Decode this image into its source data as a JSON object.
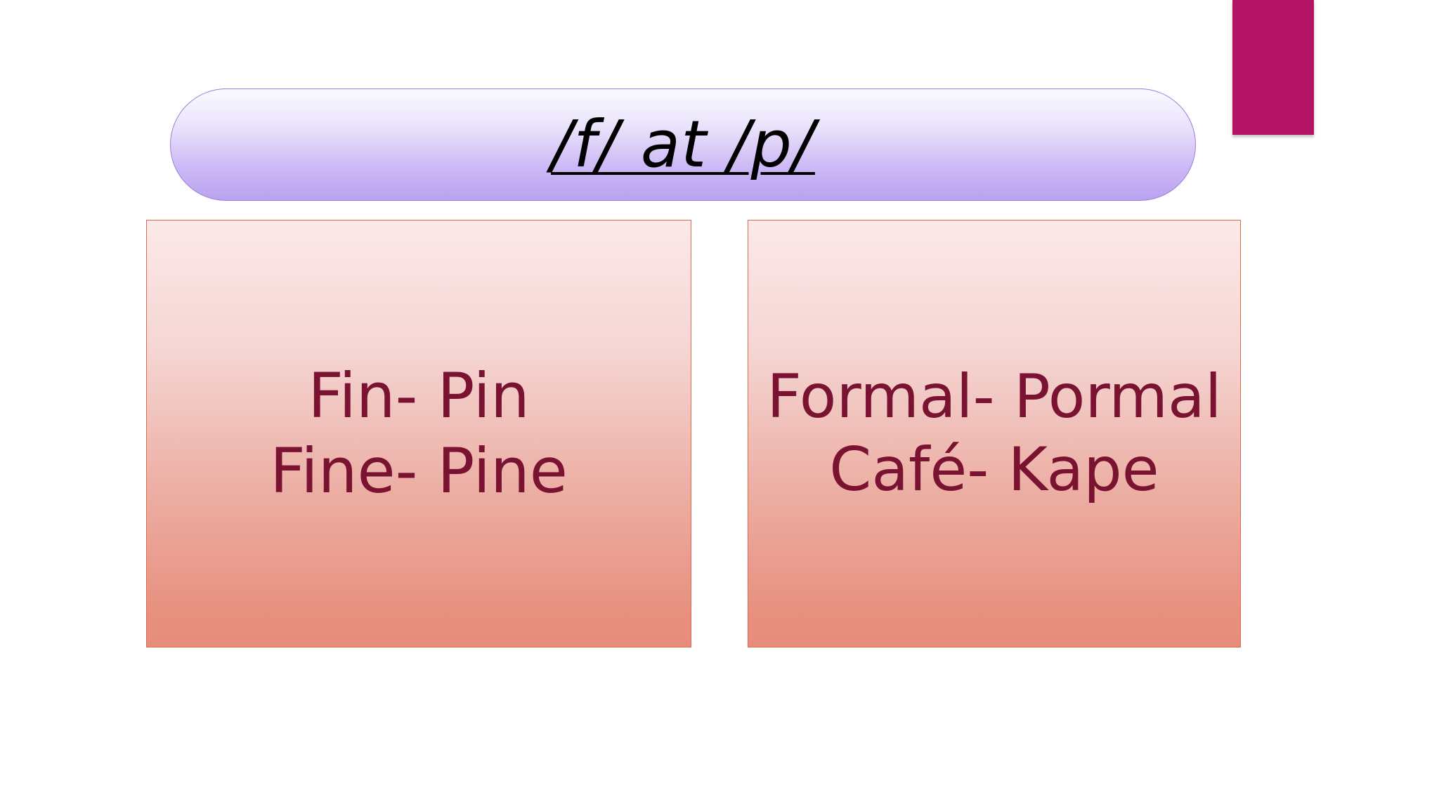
{
  "colors": {
    "accent_bar": "#b31464",
    "box_text": "#7a1232",
    "title_text": "#000000"
  },
  "title": {
    "text": "/f/ at /p/"
  },
  "left_box": {
    "lines": [
      "Fin- Pin",
      "Fine- Pine"
    ]
  },
  "right_box": {
    "lines": [
      "Formal- Pormal",
      "Café- Kape"
    ]
  }
}
